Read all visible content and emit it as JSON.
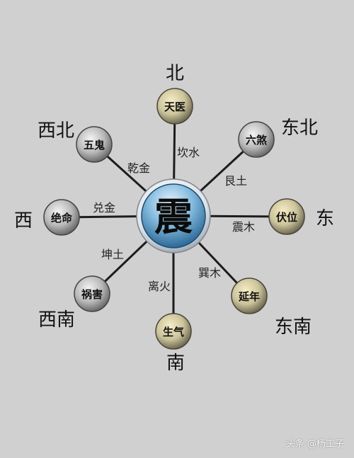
{
  "center": {
    "label": "震"
  },
  "colors": {
    "background": "#d0d0d0",
    "line": "#1c1c1c",
    "center_outer": "#f2f4f6",
    "center_inner": "#2f6f9f",
    "node_gold_light": "#f1e6b8",
    "node_gold_dark": "#6f6a55",
    "node_gray_light": "#efefef",
    "node_gray_dark": "#6c6c6c"
  },
  "nodes": [
    {
      "id": "north",
      "direction": "北",
      "name": "天医",
      "trigram": "坎水",
      "tone": "gold"
    },
    {
      "id": "northeast",
      "direction": "东北",
      "name": "六煞",
      "trigram": "艮土",
      "tone": "gray"
    },
    {
      "id": "east",
      "direction": "东",
      "name": "伏位",
      "trigram": "震木",
      "tone": "gold"
    },
    {
      "id": "southeast",
      "direction": "东南",
      "name": "延年",
      "trigram": "巽木",
      "tone": "gold"
    },
    {
      "id": "south",
      "direction": "南",
      "name": "生气",
      "trigram": "离火",
      "tone": "gold"
    },
    {
      "id": "southwest",
      "direction": "西南",
      "name": "祸害",
      "trigram": "坤土",
      "tone": "gray"
    },
    {
      "id": "west",
      "direction": "西",
      "name": "绝命",
      "trigram": "兑金",
      "tone": "gray"
    },
    {
      "id": "northwest",
      "direction": "西北",
      "name": "五鬼",
      "trigram": "乾金",
      "tone": "gray"
    }
  ],
  "watermark": "头条 @杨工子"
}
